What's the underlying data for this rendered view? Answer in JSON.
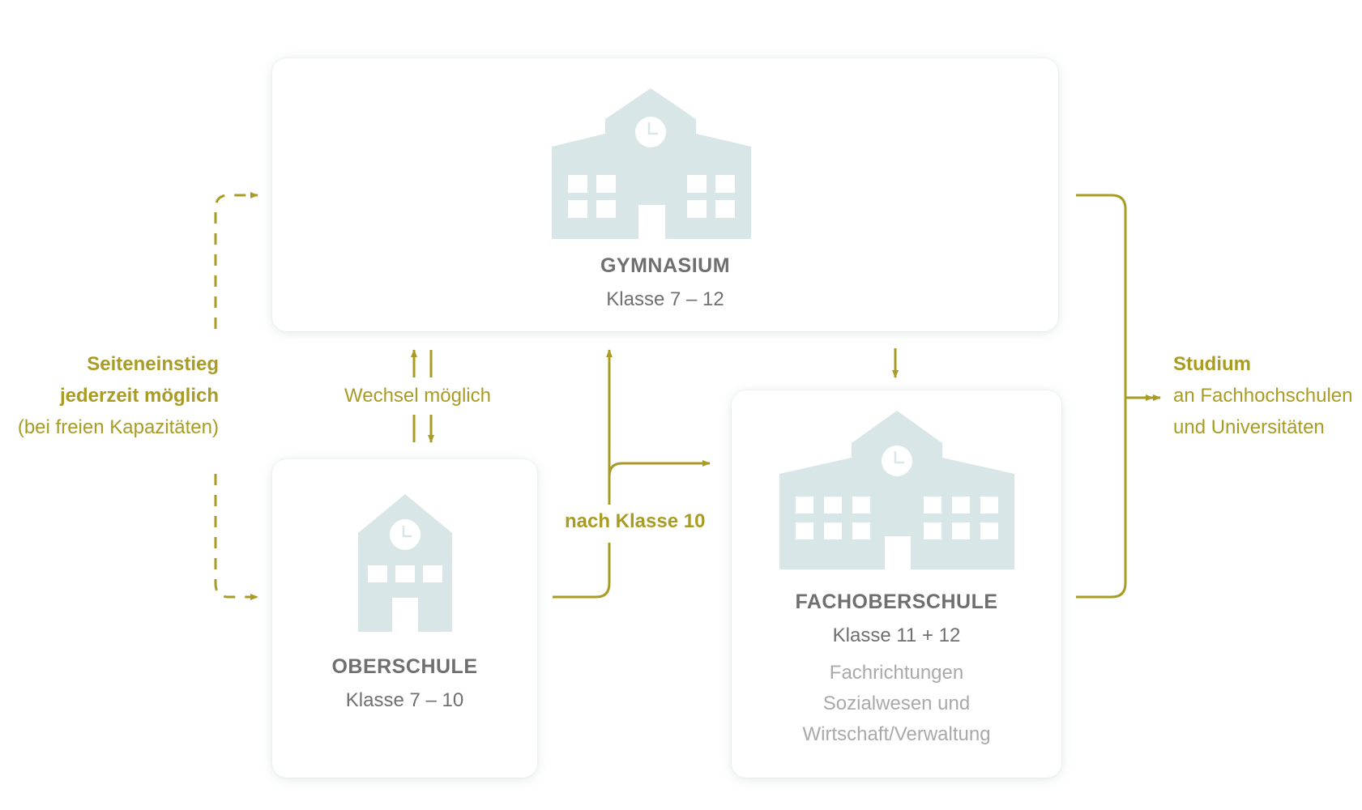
{
  "colors": {
    "accent": "#a89c25",
    "building": "#d9e6e8",
    "title": "#6f6f6f",
    "muted": "#a9a9a9"
  },
  "gymnasium": {
    "title": "GYMNASIUM",
    "grades": "Klasse 7 – 12",
    "icon": "school-building-icon"
  },
  "oberschule": {
    "title": "OBERSCHULE",
    "grades": "Klasse 7 – 10",
    "icon": "school-building-icon"
  },
  "fachoberschule": {
    "title": "FACHOBERSCHULE",
    "grades": "Klasse 11 + 12",
    "desc": [
      "Fachrichtungen",
      "Sozialwesen und",
      "Wirtschaft/Verwaltung"
    ],
    "icon": "school-building-icon"
  },
  "seiteneinstieg": {
    "line1": "Seiteneinstieg",
    "line2": "jederzeit möglich",
    "line3": "(bei freien Kapazitäten)"
  },
  "wechsel": {
    "label": "Wechsel möglich"
  },
  "nach_klasse": {
    "label": "nach Klasse 10"
  },
  "studium": {
    "line1": "Studium",
    "line2": "an Fachhochschulen",
    "line3": "und Universitäten"
  }
}
